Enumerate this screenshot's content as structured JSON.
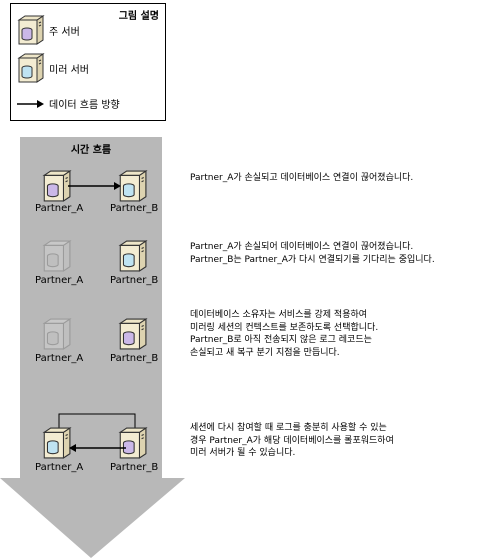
{
  "legend": {
    "title": "그림 설명",
    "principal_server": "주 서버",
    "mirror_server": "미러 서버",
    "data_flow": "데이터 흐름 방향"
  },
  "flow": {
    "title": "시간 흐름"
  },
  "steps": [
    {
      "left_label": "Partner_A",
      "right_label": "Partner_B",
      "text": "Partner_A가 손실되고 데이터베이스 연결이 끊어졌습니다."
    },
    {
      "left_label": "Partner_A",
      "right_label": "Partner_B",
      "text": "Partner_A가 손실되어 데이터베이스 연결이 끊어졌습니다.\nPartner_B는 Partner_A가 다시 연결되기를 기다리는 중입니다."
    },
    {
      "left_label": "Partner_A",
      "right_label": "Partner_B",
      "text": "데이터베이스 소유자는 서비스를 강제 적용하여\n미러링 세션의 컨텍스트를 보존하도록 선택합니다.\nPartner_B로 아직 전송되지 않은 로그 레코드는\n손실되고 새 복구 분기 지점을 만듭니다."
    },
    {
      "left_label": "Partner_A",
      "right_label": "Partner_B",
      "text": "세션에 다시 참여할 때 로그를 충분히 사용할 수 있는\n경우 Partner_A가 해당 데이터베이스를 롤포워드하여\n미러 서버가 될 수 있습니다."
    }
  ]
}
